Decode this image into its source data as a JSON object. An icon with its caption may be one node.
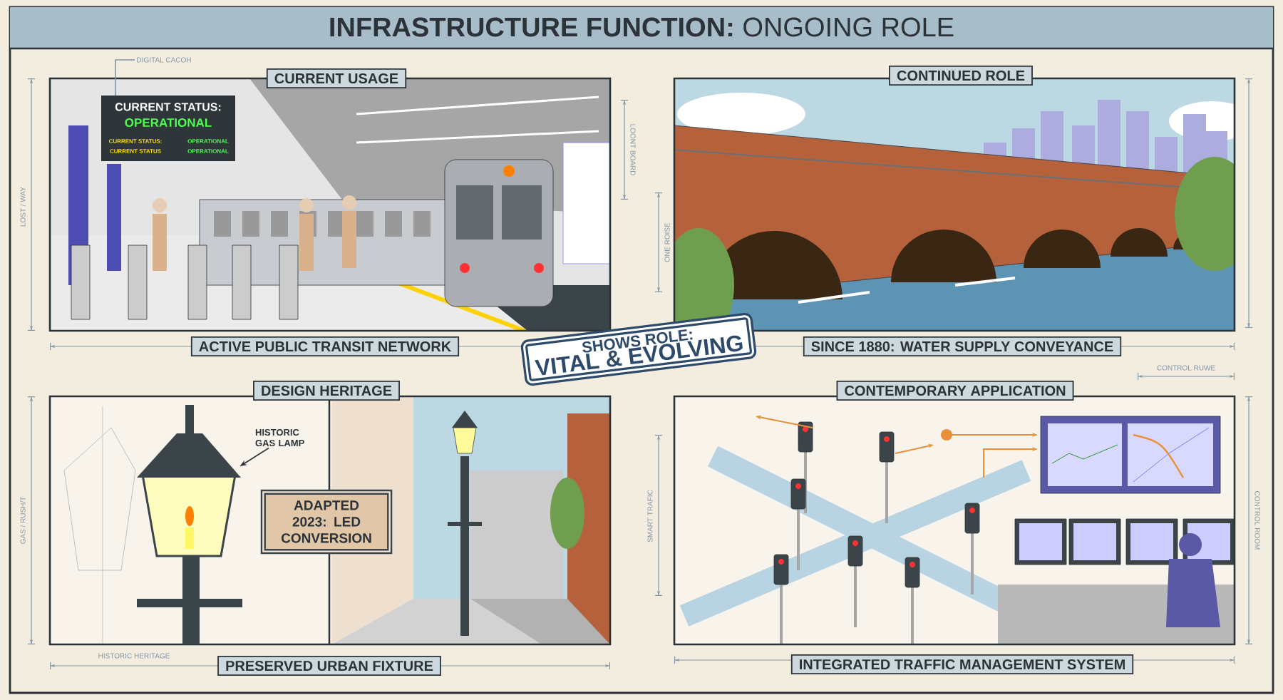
{
  "diagram": {
    "title": "**INFRASTRUCTURE FUNCTION:** ONGOING ROLE",
    "nodes": [
      {
        "text": [
          "CURRENT USAGE",
          "ACTIVE PUBLIC TRANSIT NETWORK"
        ]
      },
      {
        "text": [
          "DIGITAL CACOH"
        ]
      },
      {
        "text": [
          "CURRENT STATUS:",
          "OPERATIONAL",
          "CURRENT STATUS:",
          "OPERATIONAL",
          "CURRENT STATUS",
          "OPERATIONAL"
        ],
        "in": 0
      },
      {
        "text": [
          "CONTINUED ROLE",
          "SINCE 1880: WATER SUPPLY CONVEYANCE"
        ]
      },
      {
        "text": [
          "DESIGN HERITAGE",
          "PRESERVED URBAN FIXTURE"
        ]
      },
      {
        "text": [
          "HISTORIC GAS LAMP"
        ],
        "in": 4
      },
      {
        "text": [],
        "shape": "picture",
        "in": 4
      },
      {
        "text": [
          "ADAPTED 2023: LED CONVERSION"
        ],
        "in": 4
      },
      {
        "text": [
          "CONTEMPORARY APPLICATION",
          "INTEGRATED TRAFFIC MANAGEMENT SYSTEM"
        ]
      },
      {
        "text": [
          "SHOWS ROLE:",
          "VITAL & EVOLVING"
        ]
      }
    ],
    "edges": [
      {
        "from": 1,
        "to": 2,
        "arrow": "none"
      },
      {
        "from": 5,
        "to": 6,
        "arrow": "to",
        "color": "#2b3338"
      }
    ],
    "labels": [
      "LOST / WAY",
      "LOONT BOARD",
      "ONE ROISE",
      "GAS / RUSH/T",
      "HISTORIC HERITAGE",
      "SMART TRAFIC",
      "CONTROL RUWE",
      "CONTROL ROOM"
    ]
  }
}
